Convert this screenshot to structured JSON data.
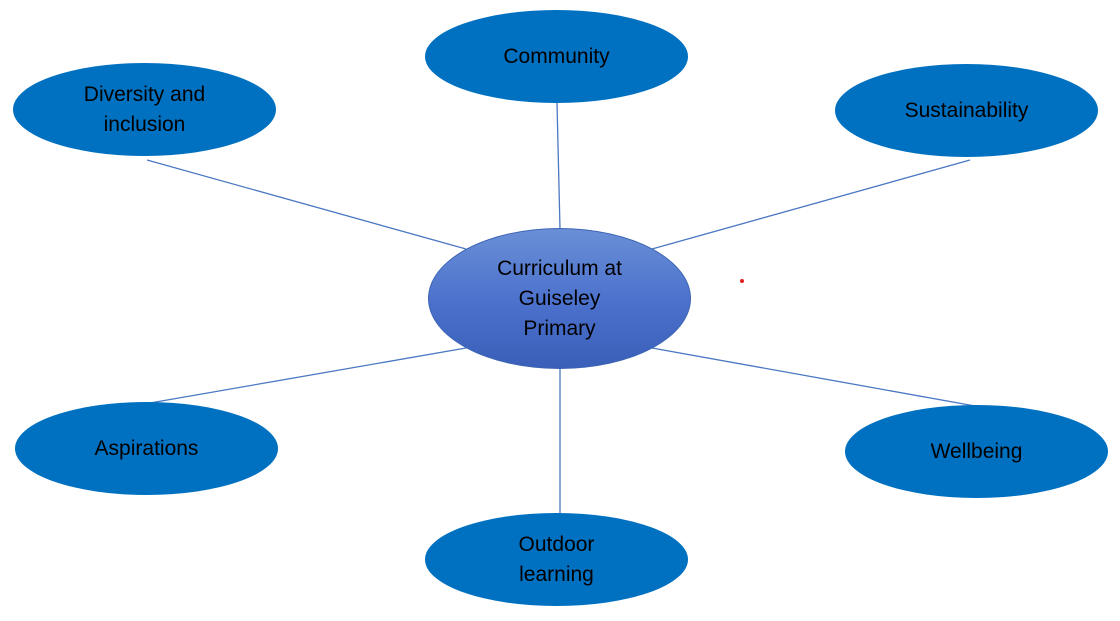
{
  "diagram": {
    "center": {
      "label": "Curriculum at\nGuiseley\nPrimary"
    },
    "nodes": {
      "community": {
        "label": "Community"
      },
      "diversity": {
        "label": "Diversity and\ninclusion"
      },
      "sustainability": {
        "label": "Sustainability"
      },
      "aspirations": {
        "label": "Aspirations"
      },
      "wellbeing": {
        "label": "Wellbeing"
      },
      "outdoor": {
        "label": "Outdoor\nlearning"
      }
    }
  },
  "colors": {
    "node_fill": "#0070c0",
    "center_fill": "#4a70cc",
    "connector": "#4a78c2",
    "marker_dot": "#e02020"
  }
}
